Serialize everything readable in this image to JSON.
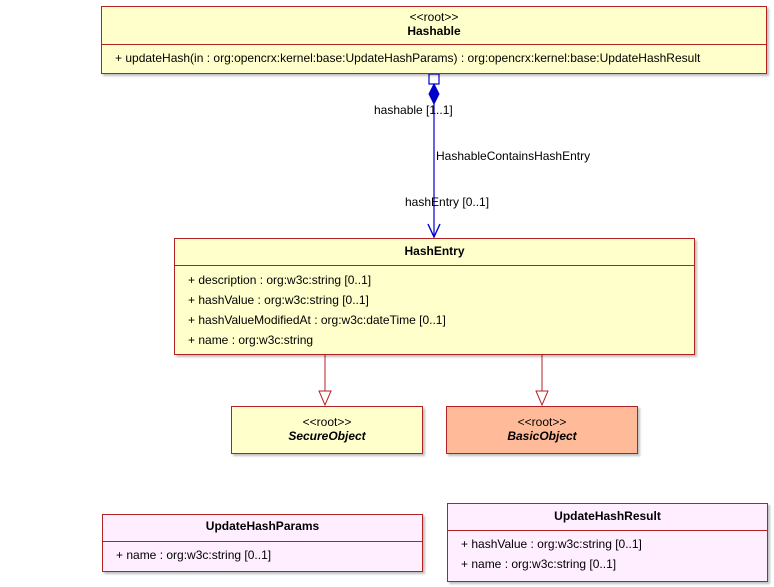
{
  "hashable": {
    "stereotype": "<<root>>",
    "name": "Hashable",
    "operations": [
      "+ updateHash(in : org:opencrx:kernel:base:UpdateHashParams) : org:opencrx:kernel:base:UpdateHashResult"
    ]
  },
  "association": {
    "name": "HashableContainsHashEntry",
    "end_a": "hashable [1..1]",
    "end_b": "hashEntry [0..1]"
  },
  "hash_entry": {
    "name": "HashEntry",
    "attributes": [
      "+ description : org:w3c:string [0..1]",
      "+ hashValue : org:w3c:string [0..1]",
      "+ hashValueModifiedAt : org:w3c:dateTime [0..1]",
      "+ name : org:w3c:string"
    ]
  },
  "secure_object": {
    "stereotype": "<<root>>",
    "name": "SecureObject"
  },
  "basic_object": {
    "stereotype": "<<root>>",
    "name": "BasicObject"
  },
  "update_hash_params": {
    "name": "UpdateHashParams",
    "attributes": [
      "+ name : org:w3c:string [0..1]"
    ]
  },
  "update_hash_result": {
    "name": "UpdateHashResult",
    "attributes": [
      "+ hashValue : org:w3c:string [0..1]",
      "+ name : org:w3c:string [0..1]"
    ]
  },
  "colors": {
    "class_fill": "#ffffcc",
    "class_border": "#b22222",
    "basic_object_fill": "#ffbb99",
    "data_class_fill": "#ffeeff",
    "association_line": "#0000cc"
  }
}
